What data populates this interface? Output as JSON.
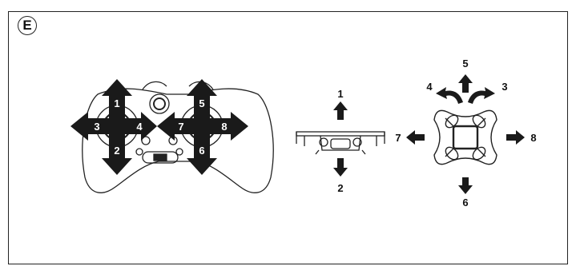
{
  "section_badge": "E",
  "controller_labels": {
    "up_left": "1",
    "down_left": "2",
    "left_left": "3",
    "right_left": "4",
    "up_right": "5",
    "down_right": "6",
    "left_right": "7",
    "right_right": "8"
  },
  "side_view_labels": {
    "up": "1",
    "down": "2"
  },
  "top_view_labels": {
    "rot_left": "4",
    "forward": "5",
    "rot_right": "3",
    "left": "7",
    "right": "8",
    "back": "6"
  }
}
